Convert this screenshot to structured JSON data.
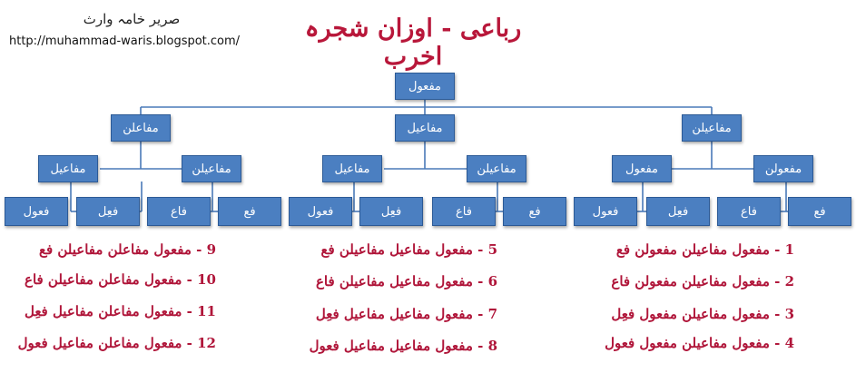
{
  "header": {
    "credit": "صریر خامہ وارث",
    "url": "http://muhammad-waris.blogspot.com/",
    "title": "رباعی - اوزان شجرہ اخرب"
  },
  "tree": {
    "root": "مفعول",
    "level1": [
      "مفاعلن",
      "مفاعیل",
      "مفاعیلن"
    ],
    "level2": [
      "مفاعیل",
      "مفاعیلن",
      "مفاعیل",
      "مفاعیلن",
      "مفعول",
      "مفعولن"
    ],
    "leaves": [
      "فعول",
      "فعِل",
      "فاع",
      "فع",
      "فعول",
      "فعِل",
      "فاع",
      "فع",
      "فعول",
      "فعِل",
      "فاع",
      "فع"
    ]
  },
  "meters": [
    "1 - مفعول مفاعیلن مفعولن فع",
    "2 - مفعول مفاعیلن مفعولن فاع",
    "3 - مفعول مفاعیلن مفعول فعِل",
    "4 - مفعول مفاعیلن مفعول فعول",
    "5 - مفعول مفاعیل مفاعیلن فع",
    "6 - مفعول مفاعیل مفاعیلن فاع",
    "7 - مفعول مفاعیل مفاعیل فعِل",
    "8 - مفعول مفاعیل مفاعیل فعول",
    "9 - مفعول مفاعلن مفاعیلن فع",
    "10 - مفعول مفاعلن مفاعیلن فاع",
    "11 - مفعول مفاعلن مفاعیل فعِل",
    "12 - مفعول مفاعلن مفاعیل فعول"
  ]
}
